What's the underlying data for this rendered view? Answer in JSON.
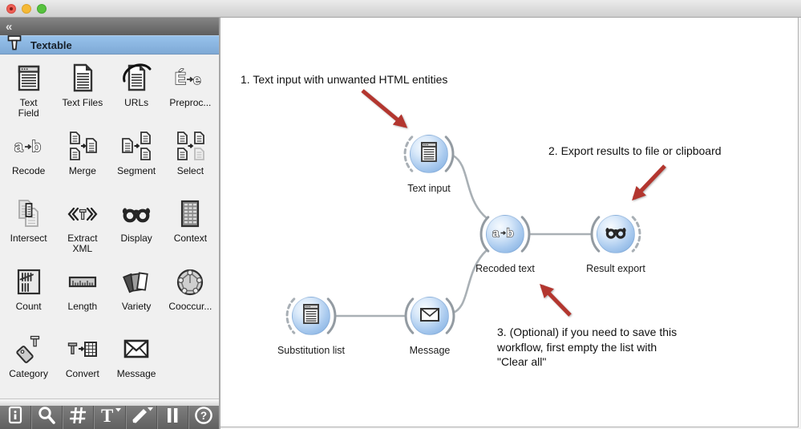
{
  "titlebar": {
    "buttons": [
      {
        "name": "close-button",
        "icon": "red-circle"
      },
      {
        "name": "minimize-button",
        "icon": "yellow-circle"
      },
      {
        "name": "zoom-button",
        "icon": "green-circle"
      }
    ]
  },
  "sidebar": {
    "collapse_glyph": "«",
    "header": {
      "title": "Textable",
      "icon": "textable-logo"
    },
    "items": [
      {
        "label": "Text Field",
        "icon": "text-field-icon"
      },
      {
        "label": "Text Files",
        "icon": "text-files-icon"
      },
      {
        "label": "URLs",
        "icon": "urls-icon"
      },
      {
        "label": "Preproc...",
        "icon": "preprocess-icon"
      },
      {
        "label": "Recode",
        "icon": "recode-icon"
      },
      {
        "label": "Merge",
        "icon": "merge-icon"
      },
      {
        "label": "Segment",
        "icon": "segment-icon"
      },
      {
        "label": "Select",
        "icon": "select-icon"
      },
      {
        "label": "Intersect",
        "icon": "intersect-icon"
      },
      {
        "label": "Extract XML",
        "icon": "extract-xml-icon"
      },
      {
        "label": "Display",
        "icon": "display-icon"
      },
      {
        "label": "Context",
        "icon": "context-icon"
      },
      {
        "label": "Count",
        "icon": "count-icon"
      },
      {
        "label": "Length",
        "icon": "length-icon"
      },
      {
        "label": "Variety",
        "icon": "variety-icon"
      },
      {
        "label": "Cooccur...",
        "icon": "cooccurrence-icon"
      },
      {
        "label": "Category",
        "icon": "category-icon"
      },
      {
        "label": "Convert",
        "icon": "convert-icon"
      },
      {
        "label": "Message",
        "icon": "message-icon"
      }
    ]
  },
  "dock_toolbar": {
    "buttons": [
      {
        "icon": "widget-info-icon"
      },
      {
        "icon": "magnifier-icon"
      },
      {
        "icon": "grid-hash-icon"
      },
      {
        "icon": "text-annotation-icon"
      },
      {
        "icon": "arrow-annotation-icon"
      },
      {
        "icon": "pause-icon"
      },
      {
        "icon": "help-icon"
      }
    ]
  },
  "canvas": {
    "nodes": [
      {
        "label": "Text input",
        "icon": "text-field-icon"
      },
      {
        "label": "Recoded text",
        "icon": "recode-icon"
      },
      {
        "label": "Result export",
        "icon": "display-icon"
      },
      {
        "label": "Substitution list",
        "icon": "text-field-icon"
      },
      {
        "label": "Message",
        "icon": "message-icon"
      }
    ],
    "annotations": [
      {
        "text": "1. Text input with unwanted HTML entities"
      },
      {
        "text": "2. Export results to file or clipboard"
      },
      {
        "text": "3. (Optional) if you need to save this\nworkflow, first empty the list with\n\"Clear all\""
      }
    ]
  },
  "colors": {
    "node_blue": "#7aa9dd",
    "header_blue": "#8ab7e6",
    "annotation_arrow_red": "#b3362f",
    "link_gray": "#a9b0b5"
  }
}
